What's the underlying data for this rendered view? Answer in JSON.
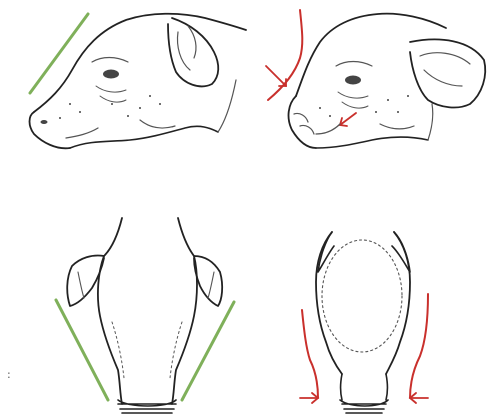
{
  "panels": [
    {
      "id": "side-normal",
      "view": "side",
      "profile": "straight"
    },
    {
      "id": "side-dished",
      "view": "side",
      "profile": "dished"
    },
    {
      "id": "top-normal",
      "view": "top",
      "profile": "tapered"
    },
    {
      "id": "top-dished",
      "view": "top",
      "profile": "pinched"
    }
  ],
  "colors": {
    "good_guide": "#7fb05a",
    "bad_guide": "#c9302c",
    "ink": "#222222"
  },
  "stray_mark": ":"
}
